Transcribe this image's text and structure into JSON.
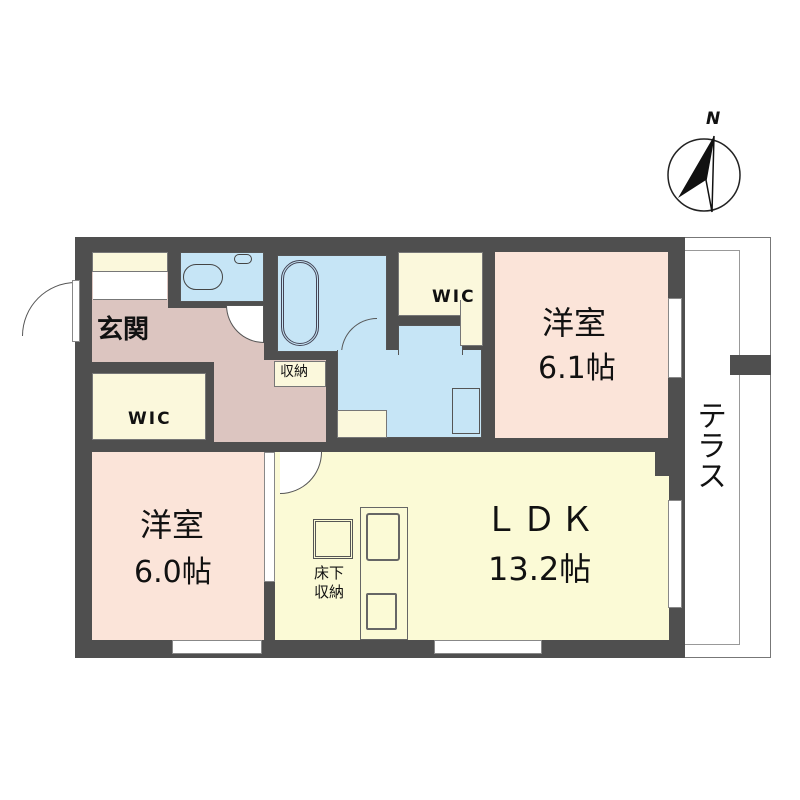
{
  "compass": {
    "label": "N"
  },
  "rooms": {
    "entrance": "玄関",
    "wic_top": "WIC",
    "wic_left": "WIC",
    "storage": "収納",
    "bedroom_1": {
      "name": "洋室",
      "size": "6.1帖"
    },
    "bedroom_2": {
      "name": "洋室",
      "size": "6.0帖"
    },
    "ldk": {
      "name": "ＬＤＫ",
      "size": "13.2帖"
    },
    "underfloor_storage": [
      "床下",
      "収納"
    ],
    "terrace": "テラス"
  },
  "colors": {
    "wall": "#4f4f4f",
    "wet": "#c6e5f6",
    "entry": "#dcc5c0",
    "bedroom": "#fbe4d9",
    "ldk": "#fbfad6",
    "closet": "#fbf8dc"
  }
}
